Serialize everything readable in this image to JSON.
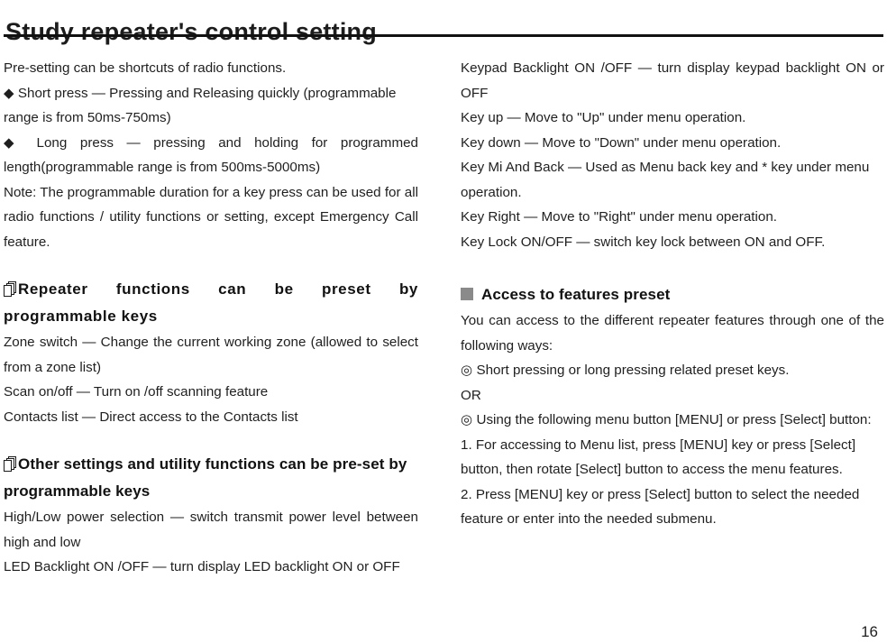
{
  "header": {
    "title": "Study repeater's control setting"
  },
  "icons": {
    "pages": "stacked-pages-icon",
    "square": "filled-square-bullet-icon",
    "diamond": "◆",
    "double_circle": "◎"
  },
  "left_column": {
    "intro": "Pre-setting can be shortcuts of radio functions.",
    "short_press": "◆ Short press — Pressing and Releasing quickly (programmable range is from 50ms-750ms)",
    "long_press": "◆ Long press — pressing and holding for  programmed length(programmable range is from 500ms-5000ms)",
    "note": "Note: The programmable duration for a key press can be used for all radio functions / utility functions or setting, except Emergency Call feature.",
    "section1": {
      "heading": "Repeater functions can be preset by programmable keys",
      "items": [
        "Zone switch — Change the current working zone (allowed to select from a zone list)",
        "Scan on/off — Turn on /off scanning feature",
        "Contacts list — Direct access to the Contacts list"
      ]
    },
    "section2": {
      "heading": "Other settings and utility functions can be pre-set by programmable keys",
      "items": [
        "High/Low power selection — switch transmit power level between high and low",
        "LED Backlight ON /OFF — turn display LED backlight ON or OFF"
      ]
    }
  },
  "right_column": {
    "items": [
      "Keypad Backlight ON /OFF — turn display keypad backlight ON or OFF",
      "Key up — Move to \"Up\" under menu operation.",
      "Key down — Move to \"Down\" under menu operation.",
      "Key Mi And Back — Used as Menu back key and * key under menu operation.",
      "Key Right — Move to \"Right\" under menu operation.",
      "Key Lock ON/OFF — switch key lock between ON and OFF."
    ],
    "section": {
      "heading": "Access to features preset",
      "intro": "You can access to the different repeater features through one of the following ways:",
      "option1": "◎ Short pressing or long pressing related preset keys.",
      "or": "OR",
      "option2": "◎ Using the following menu button [MENU] or press [Select] button:",
      "step1": "1. For accessing to Menu list, press [MENU] key or press [Select] button, then rotate [Select] button to access the menu features.",
      "step2": "2. Press [MENU] key or press [Select] button to select the needed feature or enter into the needed submenu."
    }
  },
  "footer": {
    "page_number": "16"
  }
}
